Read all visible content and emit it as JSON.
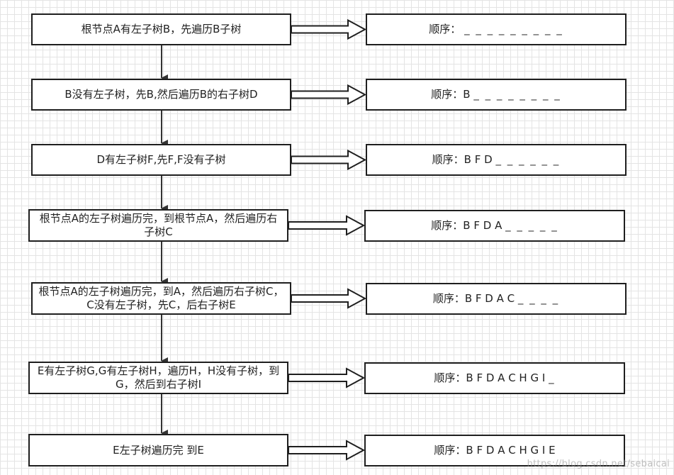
{
  "steps": [
    {
      "text": "根节点A有左子树B，先遍历B子树",
      "order": "顺序：",
      "blank": "_ _ _ _ _ _ _ _ _"
    },
    {
      "text": "B没有左子树，先B,然后遍历B的右子树D",
      "order": "顺序：B",
      "blank": "_ _ _ _ _ _ _ _"
    },
    {
      "text": "D有左子树F,先F,F没有子树",
      "order": "顺序：B F D",
      "blank": "_ _ _ _ _ _"
    },
    {
      "text": "根节点A的左子树遍历完，到根节点A，然后遍历右子树C",
      "order": "顺序：B F D A",
      "blank": "_ _ _ _ _"
    },
    {
      "text": "根节点A的左子树遍历完，到A，然后遍历右子树C，C没有左子树，先C，后右子树E",
      "order": "顺序：B F D A C",
      "blank": "_ _ _ _"
    },
    {
      "text": "E有左子树G,G有左子树H，遍历H，H没有子树，到G，然后到右子树I",
      "order": "顺序：B F D A C H G I",
      "blank": "_"
    },
    {
      "text": "E左子树遍历完 到E",
      "order": "顺序：B F D A C H G I E",
      "blank": ""
    }
  ],
  "watermark": "https://blog.csdn.net/sebaicai"
}
